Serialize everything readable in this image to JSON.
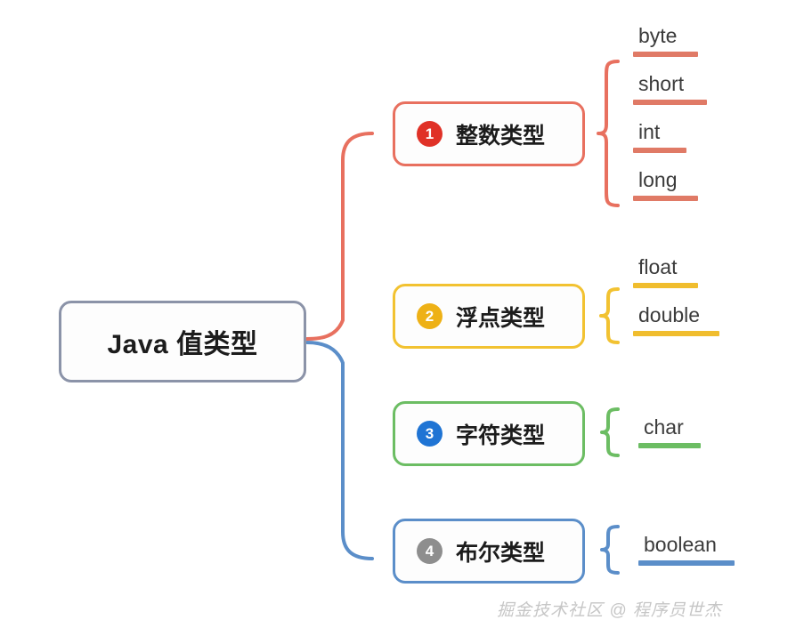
{
  "diagram": {
    "type": "mindmap",
    "background": "#ffffff",
    "root": {
      "label": "Java 值类型",
      "border_color": "#8b93a8"
    },
    "branches": [
      {
        "number": "1",
        "label": "整数类型",
        "box_color": "#e8705f",
        "badge_color": "#e03127",
        "brace_color": "#e8705f",
        "leaves": [
          {
            "label": "byte",
            "rule_color": "#e07a66",
            "rule_width": 73
          },
          {
            "label": "short",
            "rule_color": "#e07a66",
            "rule_width": 83
          },
          {
            "label": "int",
            "rule_color": "#e07a66",
            "rule_width": 60
          },
          {
            "label": "long",
            "rule_color": "#e07a66",
            "rule_width": 73
          }
        ]
      },
      {
        "number": "2",
        "label": "浮点类型",
        "box_color": "#f2c231",
        "badge_color": "#eeb116",
        "brace_color": "#f2c231",
        "leaves": [
          {
            "label": "float",
            "rule_color": "#f0bd2e",
            "rule_width": 73
          },
          {
            "label": "double",
            "rule_color": "#f0bd2e",
            "rule_width": 97
          }
        ]
      },
      {
        "number": "3",
        "label": "字符类型",
        "box_color": "#6cbd63",
        "badge_color": "#1f74d4",
        "brace_color": "#6cbd63",
        "leaves": [
          {
            "label": "char",
            "rule_color": "#6cbd63",
            "rule_width": 70
          }
        ]
      },
      {
        "number": "4",
        "label": "布尔类型",
        "box_color": "#5b8ec9",
        "badge_color": "#8e8e8e",
        "brace_color": "#5b8ec9",
        "leaves": [
          {
            "label": "boolean",
            "rule_color": "#5b8ec9",
            "rule_width": 108
          }
        ]
      }
    ],
    "connectors": [
      {
        "name": "root-to-integer",
        "color": "#e8705f"
      },
      {
        "name": "root-to-boolean",
        "color": "#5b8ec9"
      }
    ],
    "watermark": "掘金技术社区 @ 程序员世杰"
  }
}
